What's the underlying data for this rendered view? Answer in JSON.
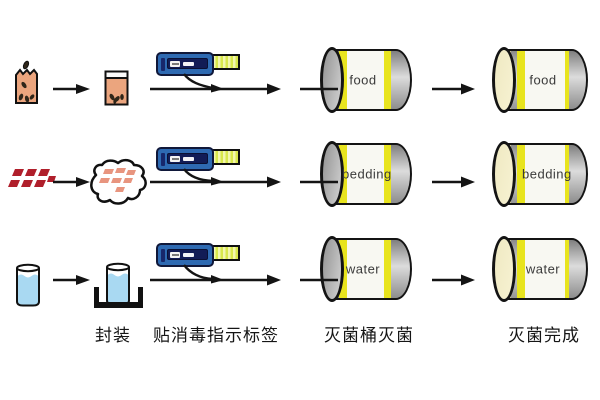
{
  "diagram": {
    "captions": [
      "封装",
      "贴消毒指示标签",
      "灭菌桶灭菌",
      "灭菌完成"
    ],
    "rows": [
      {
        "name": "food",
        "source_icon": "food-pellets-bag-icon",
        "packaged_icon": "sealed-food-pouch-icon",
        "barrel_label": "food"
      },
      {
        "name": "bedding",
        "source_icon": "bedding-chips-icon",
        "packaged_icon": "bedding-pouch-icon",
        "barrel_label": "bedding"
      },
      {
        "name": "water",
        "source_icon": "water-bottle-icon",
        "packaged_icon": "water-bottle-in-rack-icon",
        "barrel_label": "water"
      }
    ],
    "shared_icons": {
      "dispenser": "indicator-tape-dispenser-icon",
      "barrel_in_process": "sterilization-barrel-icon",
      "barrel_done": "sterilized-barrel-icon",
      "arrow": "flow-arrow"
    },
    "colors": {
      "bag_tan": "#eba57e",
      "chip_red": "#b01f2b",
      "chip_pink": "#e8957f",
      "water_blue": "#a9d9f2",
      "dispenser_blue": "#2e6ab2",
      "dispenser_navy": "#121c56",
      "tape_stripe_yellow": "#d9e84c",
      "barrel_band_yellow": "#e8e41e",
      "barrel_gray": "#b5b5b5",
      "indicator_cream": "#f2edc8",
      "outline": "#141414"
    }
  }
}
